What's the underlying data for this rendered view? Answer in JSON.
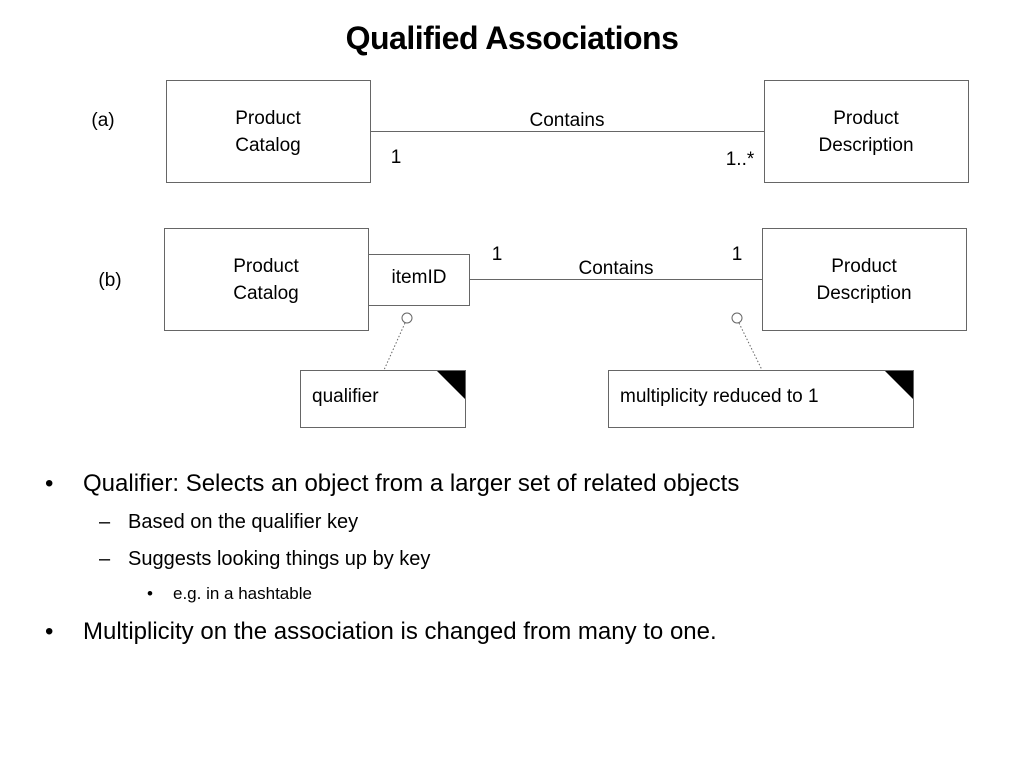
{
  "title": "Qualified Associations",
  "diagram_a": {
    "label": "(a)",
    "left_class": [
      "Product",
      "Catalog"
    ],
    "right_class": [
      "Product",
      "Description"
    ],
    "association": "Contains",
    "left_multiplicity": "1",
    "right_multiplicity": "1..*"
  },
  "diagram_b": {
    "label": "(b)",
    "left_class": [
      "Product",
      "Catalog"
    ],
    "qualifier": "itemID",
    "right_class": [
      "Product",
      "Description"
    ],
    "association": "Contains",
    "left_multiplicity": "1",
    "right_multiplicity": "1",
    "note_qualifier": "qualifier",
    "note_multiplicity": "multiplicity reduced to 1"
  },
  "bullets": [
    {
      "level": 1,
      "marker": "•",
      "text": "Qualifier: Selects an object from a larger set of related objects"
    },
    {
      "level": 2,
      "marker": "–",
      "text": "Based on the qualifier key"
    },
    {
      "level": 2,
      "marker": "–",
      "text": "Suggests looking things up by key"
    },
    {
      "level": 3,
      "marker": "•",
      "text": "e.g. in a hashtable"
    },
    {
      "level": 1,
      "marker": "•",
      "text": "Multiplicity on the association is changed from many to one."
    }
  ]
}
